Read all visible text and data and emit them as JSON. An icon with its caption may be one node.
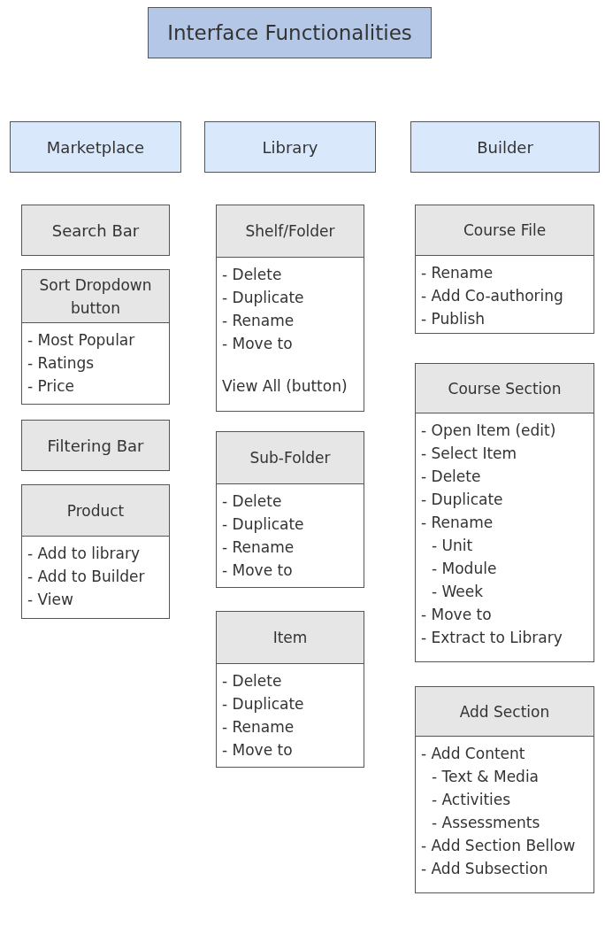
{
  "diagram": {
    "nodes": [
      {
        "text": [
          "Interface Functionalities"
        ]
      },
      {
        "text": [
          "Marketplace"
        ]
      },
      {
        "text": [
          "Library"
        ]
      },
      {
        "text": [
          "Builder"
        ]
      },
      {
        "text": [
          "Search Bar"
        ]
      },
      {
        "text": [
          "Sort Dropdown button",
          "- Most Popular",
          "- Ratings",
          "- Price"
        ]
      },
      {
        "text": [
          "Filtering Bar"
        ]
      },
      {
        "text": [
          "Product",
          "- Add to library",
          "- Add to Builder",
          "- View"
        ]
      },
      {
        "text": [
          "Shelf/Folder",
          "- Delete",
          "- Duplicate",
          "- Rename",
          "- Move to",
          "View All (button)"
        ]
      },
      {
        "text": [
          "Sub-Folder",
          "- Delete",
          "- Duplicate",
          "- Rename",
          "- Move to"
        ]
      },
      {
        "text": [
          "Item",
          "- Delete",
          "- Duplicate",
          "- Rename",
          "- Move to"
        ]
      },
      {
        "text": [
          "Course File",
          "- Rename",
          "- Add Co-authoring",
          "- Publish"
        ]
      },
      {
        "text": [
          "Course Section",
          "- Open Item (edit)",
          "- Select Item",
          "- Delete",
          "- Duplicate",
          "- Rename",
          "- Unit",
          "- Module",
          "- Week",
          "- Move to",
          "- Extract to Library"
        ]
      },
      {
        "text": [
          "Add Section",
          "- Add Content",
          "- Text & Media",
          "- Activities",
          "- Assessments",
          "- Add Section Bellow",
          "- Add Subsection"
        ]
      }
    ],
    "edges": []
  }
}
